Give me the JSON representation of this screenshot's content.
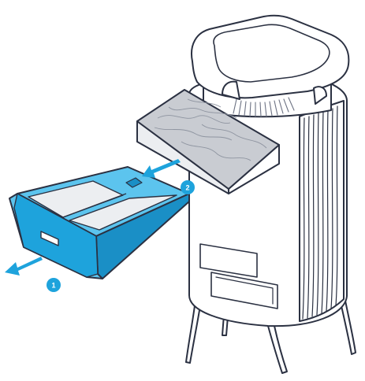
{
  "steps": [
    {
      "number": "1"
    },
    {
      "number": "2"
    }
  ],
  "colors": {
    "outline": "#2b3142",
    "accent_blue": "#1ea3dc",
    "tray_blue": "#5cc4ee",
    "tray_blue_dark": "#1a8fc6",
    "filter_gray": "#c9ccd2",
    "filter_light": "#eceef1",
    "fins": "#6c7283",
    "white": "#ffffff"
  },
  "icons": {
    "arrow": "arrow-icon",
    "badge": "step-badge"
  }
}
